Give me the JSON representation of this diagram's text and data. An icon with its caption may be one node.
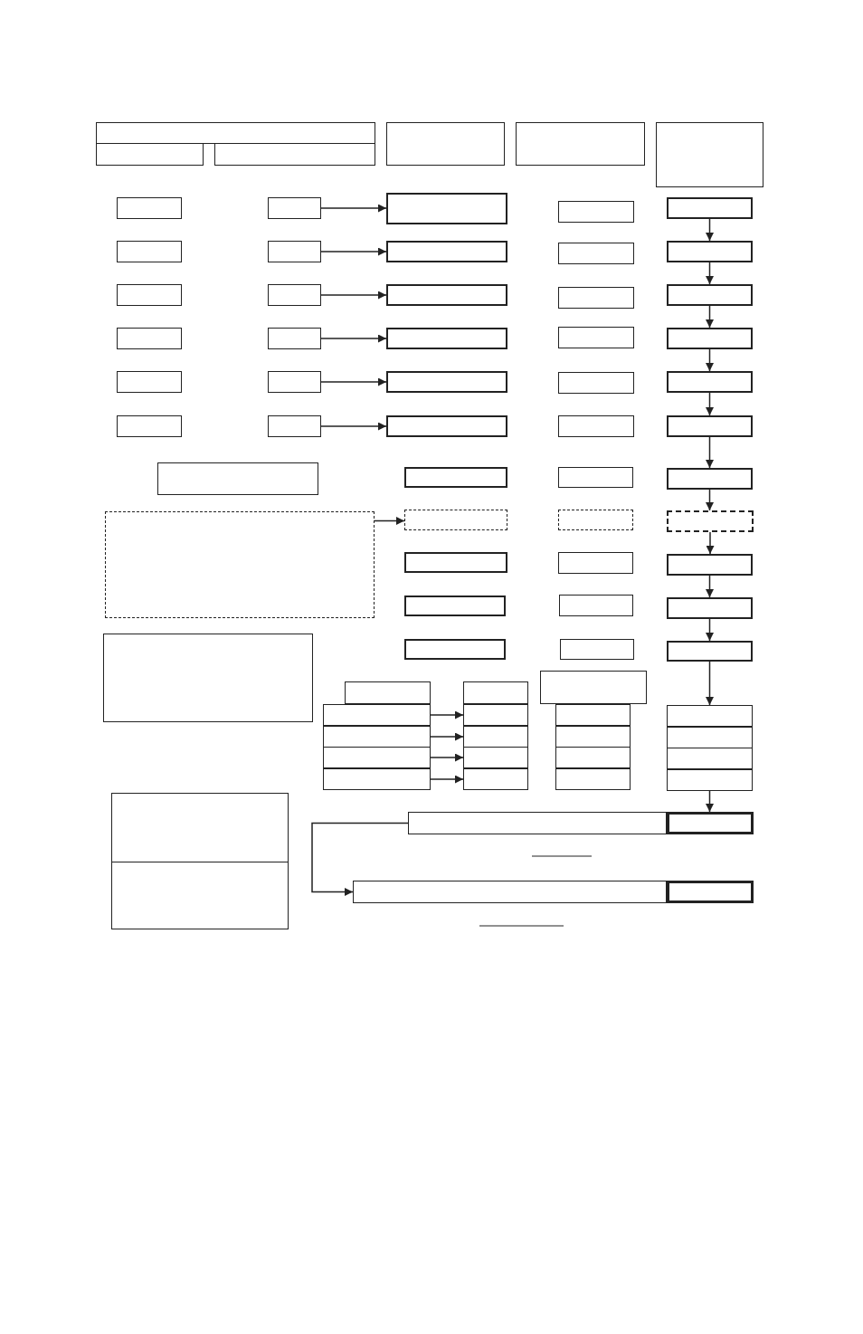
{
  "diagram": {
    "nodes": [
      {
        "text": [],
        "shape": "box"
      },
      {
        "text": [],
        "shape": "box"
      },
      {
        "text": [],
        "shape": "box"
      },
      {
        "text": [],
        "shape": "box"
      },
      {
        "text": [],
        "shape": "box"
      },
      {
        "text": [],
        "shape": "box"
      },
      {
        "text": [],
        "shape": "box"
      },
      {
        "text": [],
        "shape": "box"
      },
      {
        "text": [],
        "shape": "box"
      },
      {
        "text": [],
        "shape": "box"
      },
      {
        "text": [],
        "shape": "box"
      },
      {
        "text": [],
        "shape": "box"
      },
      {
        "text": [],
        "shape": "box"
      },
      {
        "text": [],
        "shape": "box"
      },
      {
        "text": [],
        "shape": "box"
      },
      {
        "text": [],
        "shape": "box"
      },
      {
        "text": [],
        "shape": "box"
      },
      {
        "text": [],
        "shape": "box"
      },
      {
        "text": [],
        "shape": "box"
      },
      {
        "text": [],
        "shape": "box"
      },
      {
        "text": [],
        "shape": "box"
      },
      {
        "text": [],
        "shape": "box"
      },
      {
        "text": [],
        "shape": "box"
      },
      {
        "text": [],
        "shape": "box"
      },
      {
        "text": [],
        "shape": "box"
      },
      {
        "text": [],
        "shape": "box"
      },
      {
        "text": [],
        "shape": "box"
      },
      {
        "text": [],
        "shape": "box"
      },
      {
        "text": [],
        "shape": "box"
      },
      {
        "text": [],
        "shape": "box"
      },
      {
        "text": [],
        "shape": "box"
      },
      {
        "text": [],
        "shape": "box"
      },
      {
        "text": [],
        "shape": "box"
      },
      {
        "text": [],
        "shape": "box"
      },
      {
        "text": [],
        "shape": "box"
      },
      {
        "text": [],
        "shape": "box"
      },
      {
        "text": [],
        "shape": "box"
      },
      {
        "text": [],
        "shape": "box"
      },
      {
        "text": [],
        "shape": "box"
      },
      {
        "text": [],
        "shape": "box"
      },
      {
        "text": [],
        "shape": "box"
      },
      {
        "text": [],
        "shape": "box"
      },
      {
        "text": [],
        "shape": "box"
      },
      {
        "text": [],
        "shape": "box"
      },
      {
        "text": [],
        "shape": "box"
      },
      {
        "text": [],
        "shape": "box"
      },
      {
        "text": [],
        "shape": "box"
      },
      {
        "text": [],
        "shape": "box"
      },
      {
        "text": [],
        "shape": "box"
      },
      {
        "text": [],
        "shape": "box"
      },
      {
        "text": [],
        "shape": "box"
      },
      {
        "text": [],
        "shape": "box"
      },
      {
        "text": [],
        "shape": "box"
      },
      {
        "text": [],
        "shape": "box"
      },
      {
        "text": [],
        "shape": "box"
      },
      {
        "text": [],
        "shape": "box"
      },
      {
        "text": [],
        "shape": "box"
      },
      {
        "text": [],
        "shape": "box"
      },
      {
        "text": [],
        "shape": "box"
      },
      {
        "text": [],
        "shape": "box"
      },
      {
        "text": [],
        "shape": "box"
      },
      {
        "text": [],
        "shape": "box"
      },
      {
        "text": [],
        "shape": "box"
      },
      {
        "text": [],
        "shape": "box"
      },
      {
        "text": [],
        "shape": "box"
      },
      {
        "text": [],
        "shape": "box"
      },
      {
        "text": [],
        "shape": "box"
      },
      {
        "text": [],
        "shape": "box"
      },
      {
        "text": [],
        "shape": "box"
      },
      {
        "text": [],
        "shape": "box"
      },
      {
        "text": [],
        "shape": "box"
      },
      {
        "text": [],
        "shape": "box"
      },
      {
        "text": [],
        "shape": "box"
      },
      {
        "text": [],
        "shape": "box"
      },
      {
        "text": [],
        "shape": "box"
      },
      {
        "text": [],
        "shape": "box"
      },
      {
        "text": [],
        "shape": "box"
      },
      {
        "text": [],
        "shape": "box"
      },
      {
        "text": [],
        "shape": "box"
      }
    ],
    "edges": [
      {
        "from": 7,
        "to": 8,
        "arrow": "to"
      },
      {
        "from": 12,
        "to": 13,
        "arrow": "to"
      },
      {
        "from": 17,
        "to": 18,
        "arrow": "to"
      },
      {
        "from": 22,
        "to": 23,
        "arrow": "to"
      },
      {
        "from": 27,
        "to": 28,
        "arrow": "to"
      },
      {
        "from": 32,
        "to": 33,
        "arrow": "to"
      },
      {
        "from": 40,
        "to": 41,
        "arrow": "to"
      },
      {
        "from": 57,
        "to": 58,
        "arrow": "to"
      },
      {
        "from": 61,
        "to": 62,
        "arrow": "to"
      },
      {
        "from": 65,
        "to": 66,
        "arrow": "to"
      },
      {
        "from": 69,
        "to": 70,
        "arrow": "to"
      },
      {
        "from": 10,
        "to": 15,
        "arrow": "to"
      },
      {
        "from": 15,
        "to": 20,
        "arrow": "to"
      },
      {
        "from": 20,
        "to": 25,
        "arrow": "to"
      },
      {
        "from": 25,
        "to": 30,
        "arrow": "to"
      },
      {
        "from": 30,
        "to": 35,
        "arrow": "to"
      },
      {
        "from": 35,
        "to": 39,
        "arrow": "to"
      },
      {
        "from": 39,
        "to": 43,
        "arrow": "to"
      },
      {
        "from": 43,
        "to": 46,
        "arrow": "to"
      },
      {
        "from": 46,
        "to": 49,
        "arrow": "to"
      },
      {
        "from": 49,
        "to": 53,
        "arrow": "to"
      },
      {
        "from": 53,
        "to": 60,
        "arrow": "to"
      },
      {
        "from": 72,
        "to": 76,
        "arrow": "to"
      },
      {
        "from": 75,
        "to": 77,
        "arrow": "to"
      }
    ]
  }
}
